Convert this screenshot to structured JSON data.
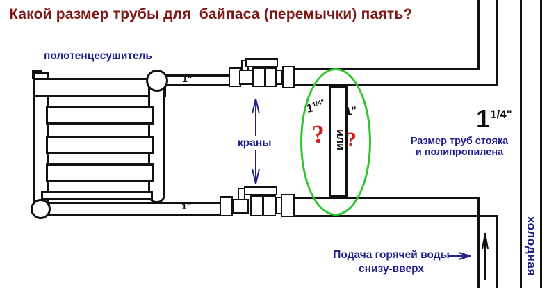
{
  "title": "Какой размер трубы для  байпаса (перемычки) паять?",
  "towel_rail_label": "полотенцесушитель",
  "valves_label": "краны",
  "pipe_labels": {
    "top": "1\"",
    "bottom": "1\""
  },
  "bypass": {
    "left_size_base": "1",
    "left_size_sup": "1/4",
    "left_size_unit": "\"",
    "question_left": "?",
    "question_right": "?",
    "or": "или",
    "right_size": "1\""
  },
  "riser": {
    "size_base": "1",
    "size_sup": "1/4",
    "size_unit": "\"",
    "caption_line1": "Размер труб стояка",
    "caption_line2": "и полипропилена",
    "cold_label": "холодная"
  },
  "supply": {
    "line1": "Подача горячей воды",
    "line2": "снизу-вверх"
  },
  "colors": {
    "title_red": "#7e1616",
    "text_blue": "#1e1e8c",
    "accent_green": "#2fc62f",
    "question_red": "#cf1f1f",
    "line_black": "#111111"
  }
}
